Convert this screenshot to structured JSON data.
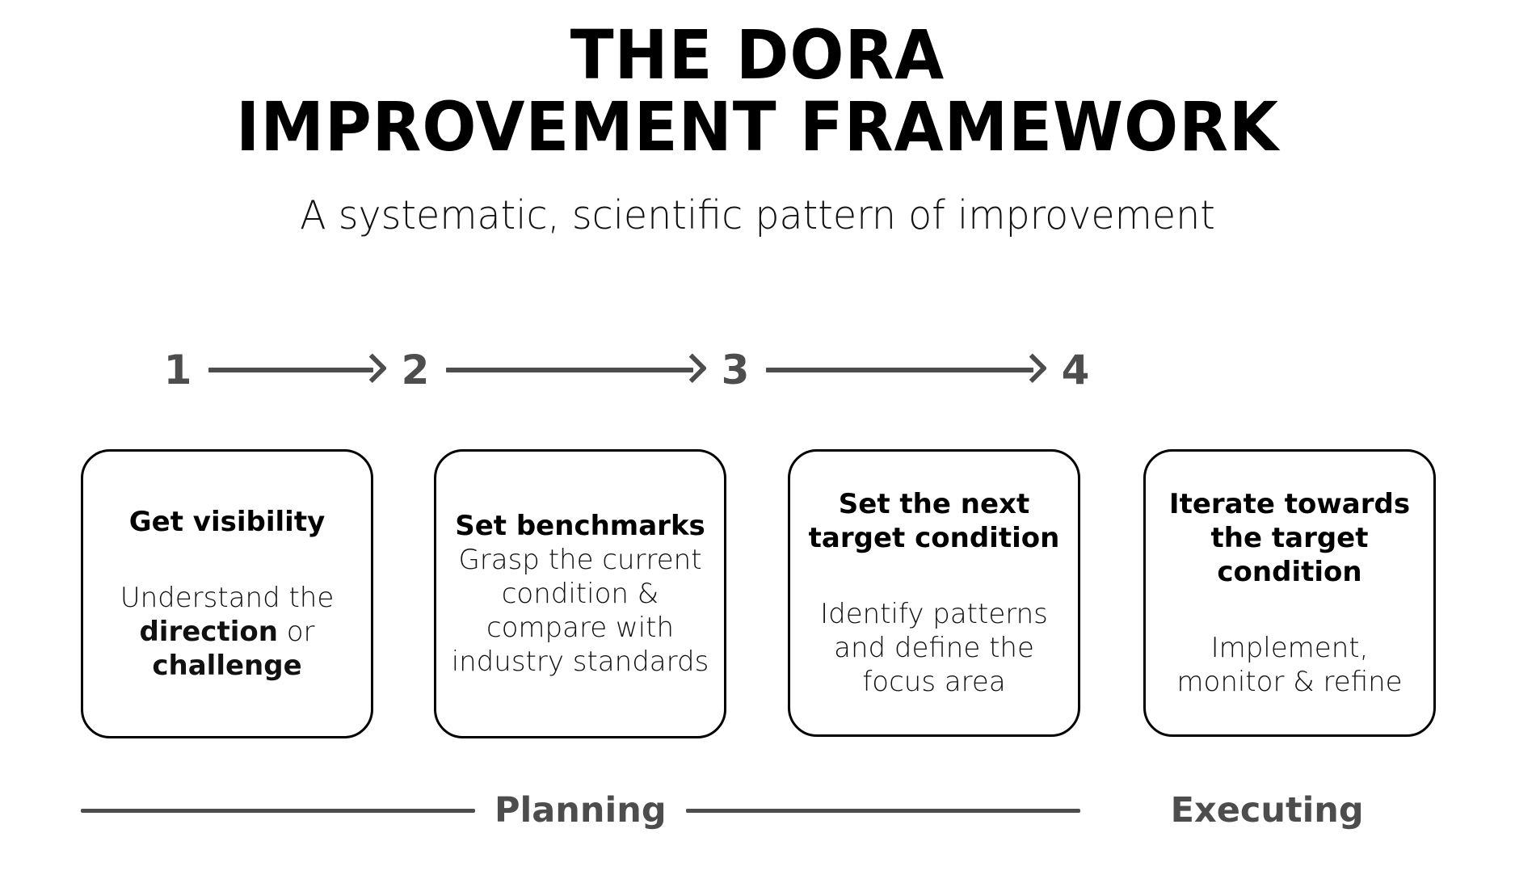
{
  "header": {
    "title_line1": "THE DORA",
    "title_line2": "IMPROVEMENT FRAMEWORK",
    "subtitle": "A systematic, scientific pattern of improvement"
  },
  "steps": [
    {
      "number": "1"
    },
    {
      "number": "2"
    },
    {
      "number": "3"
    },
    {
      "number": "4"
    }
  ],
  "cards": [
    {
      "title": "Get visibility",
      "body_pre": "Understand the ",
      "body_bold1": "direction",
      "body_mid": " or ",
      "body_bold2": "challenge",
      "spacer": "large"
    },
    {
      "title": "Set benchmarks",
      "body": "Grasp the current condition & compare with industry standards",
      "spacer": "small"
    },
    {
      "title": "Set the next target condition",
      "body": "Identify patterns and define the focus area",
      "spacer": "large"
    },
    {
      "title": "Iterate towards the target condition",
      "body": "Implement, monitor & refine",
      "spacer": "large"
    }
  ],
  "phases": {
    "planning_label": "Planning",
    "executing_label": "Executing"
  },
  "colors": {
    "accent_gray": "#4d4d4d",
    "ink": "#000000",
    "background": "#ffffff"
  }
}
